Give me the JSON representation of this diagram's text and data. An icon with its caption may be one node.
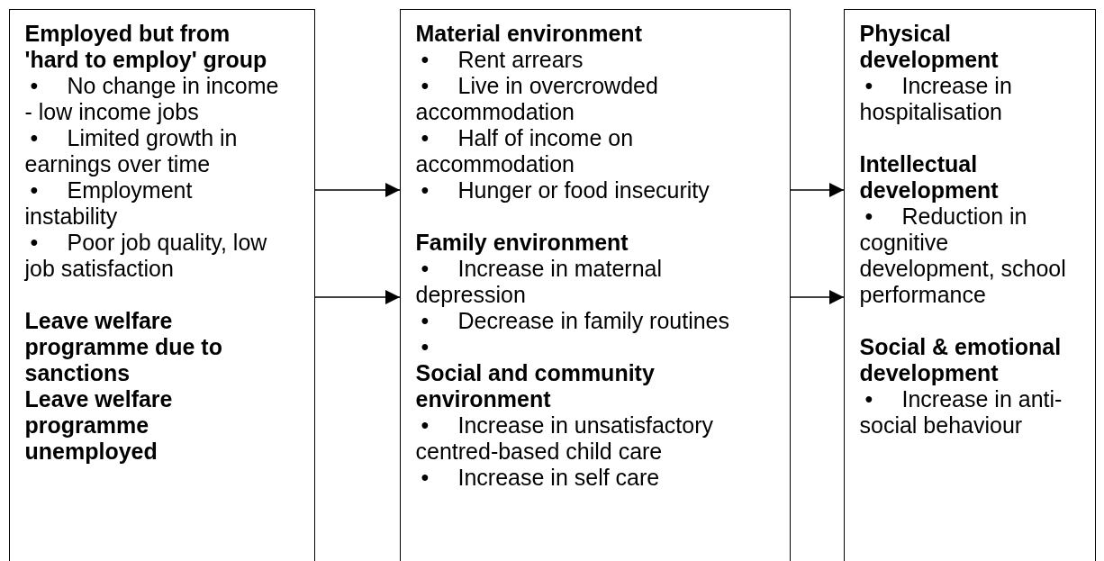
{
  "diagram": {
    "nodes": [
      {
        "text": [
          "Employed but from 'hard to employ' group",
          "•",
          "No change in income - low income jobs",
          "•",
          "Limited growth in earnings over time",
          "•",
          "Employment instability",
          "•",
          "Poor job quality, low job satisfaction",
          "Leave welfare programme due to sanctions",
          "Leave welfare programme unemployed"
        ]
      },
      {
        "text": [
          "Material environment",
          "•",
          "Rent arrears",
          "•",
          "Live in overcrowded accommodation",
          "•",
          "Half of income on accommodation",
          "•",
          "Hunger or food insecurity",
          "Family environment",
          "•",
          "Increase in maternal depression",
          "•",
          "Decrease in family routines",
          "•",
          "Social and community environment",
          "•",
          "Increase in unsatisfactory centred-based child care",
          "•",
          "Increase in self care"
        ]
      },
      {
        "text": [
          "Physical development",
          "•",
          "Increase in hospitalisation",
          "Intellectual development",
          "•",
          "Reduction in cognitive development, school performance",
          "Social & emotional development",
          "•",
          "Increase in anti-social behaviour"
        ]
      }
    ],
    "edges": [
      {
        "from": 0,
        "to": 1,
        "arrow": "to"
      },
      {
        "from": 0,
        "to": 1,
        "arrow": "to"
      },
      {
        "from": 1,
        "to": 2,
        "arrow": "to"
      },
      {
        "from": 1,
        "to": 2,
        "arrow": "to"
      }
    ]
  }
}
